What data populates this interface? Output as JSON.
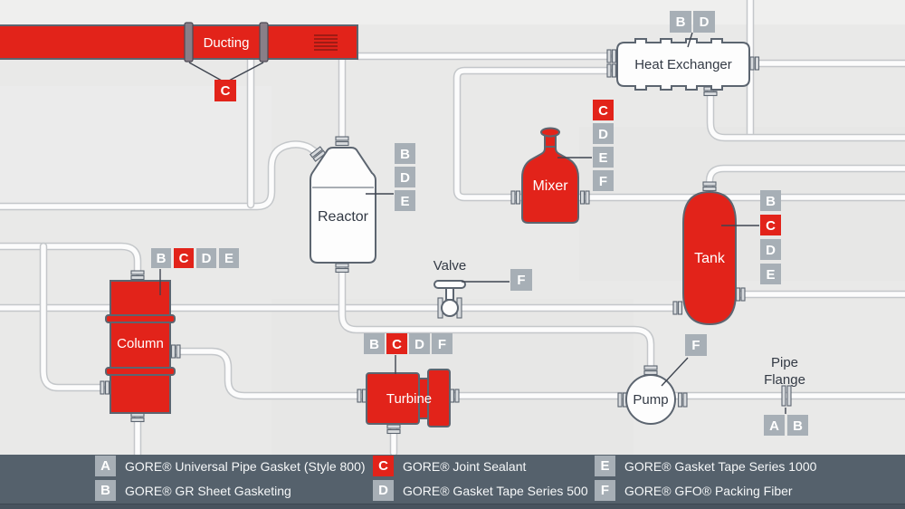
{
  "colors": {
    "red": "#e2231a",
    "badge_gray": "#a7afb6",
    "equipment_outline": "#5c6570",
    "legend_bar": "#55616c",
    "background": "#e9e9e8"
  },
  "equipment": {
    "ducting": {
      "label": "Ducting",
      "badges": [
        {
          "letter": "C",
          "style": "red"
        }
      ]
    },
    "heat_exchanger": {
      "label": "Heat Exchanger",
      "badges": [
        {
          "letter": "B",
          "style": "gray"
        },
        {
          "letter": "D",
          "style": "gray"
        }
      ]
    },
    "reactor": {
      "label": "Reactor",
      "badges": [
        {
          "letter": "B",
          "style": "gray"
        },
        {
          "letter": "D",
          "style": "gray"
        },
        {
          "letter": "E",
          "style": "gray"
        }
      ]
    },
    "mixer": {
      "label": "Mixer",
      "badges": [
        {
          "letter": "C",
          "style": "red"
        },
        {
          "letter": "D",
          "style": "gray"
        },
        {
          "letter": "E",
          "style": "gray"
        },
        {
          "letter": "F",
          "style": "gray"
        }
      ]
    },
    "tank": {
      "label": "Tank",
      "badges": [
        {
          "letter": "B",
          "style": "gray"
        },
        {
          "letter": "C",
          "style": "red"
        },
        {
          "letter": "D",
          "style": "gray"
        },
        {
          "letter": "E",
          "style": "gray"
        }
      ]
    },
    "column": {
      "label": "Column",
      "badges": [
        {
          "letter": "B",
          "style": "gray"
        },
        {
          "letter": "C",
          "style": "red"
        },
        {
          "letter": "D",
          "style": "gray"
        },
        {
          "letter": "E",
          "style": "gray"
        }
      ]
    },
    "valve": {
      "label": "Valve",
      "badges": [
        {
          "letter": "F",
          "style": "gray"
        }
      ]
    },
    "turbine": {
      "label": "Turbine",
      "badges": [
        {
          "letter": "B",
          "style": "gray"
        },
        {
          "letter": "C",
          "style": "red"
        },
        {
          "letter": "D",
          "style": "gray"
        },
        {
          "letter": "F",
          "style": "gray"
        }
      ]
    },
    "pump": {
      "label": "Pump",
      "badges": [
        {
          "letter": "F",
          "style": "gray"
        }
      ]
    },
    "pipe_flange": {
      "label_line1": "Pipe",
      "label_line2": "Flange",
      "badges": [
        {
          "letter": "A",
          "style": "gray"
        },
        {
          "letter": "B",
          "style": "gray"
        }
      ]
    }
  },
  "legend": {
    "items": [
      {
        "letter": "A",
        "style": "gray",
        "text": "GORE® Universal Pipe Gasket (Style 800)"
      },
      {
        "letter": "B",
        "style": "gray",
        "text": "GORE® GR Sheet Gasketing"
      },
      {
        "letter": "C",
        "style": "red",
        "text": "GORE® Joint Sealant"
      },
      {
        "letter": "D",
        "style": "gray",
        "text": "GORE® Gasket Tape Series 500"
      },
      {
        "letter": "E",
        "style": "gray",
        "text": "GORE® Gasket Tape Series 1000"
      },
      {
        "letter": "F",
        "style": "gray",
        "text": "GORE® GFO® Packing Fiber"
      }
    ]
  }
}
